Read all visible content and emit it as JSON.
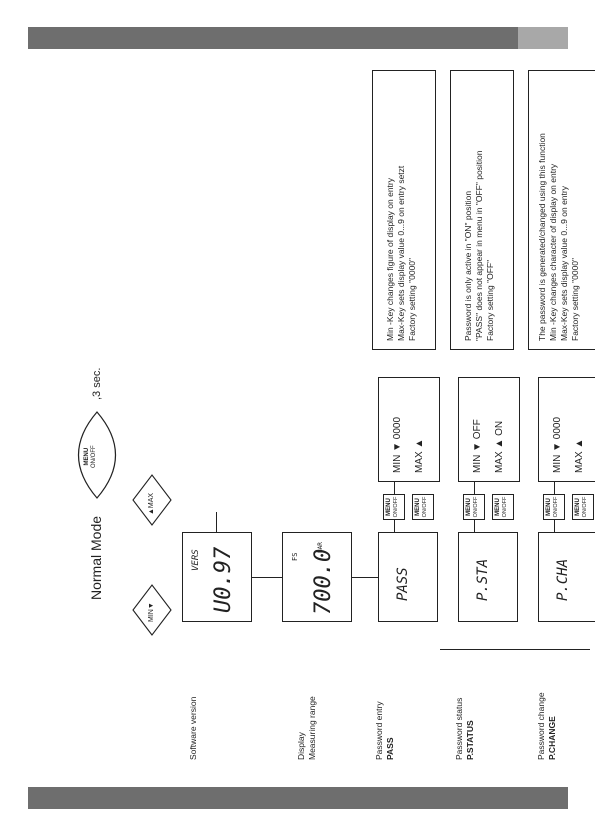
{
  "header_bar": "",
  "title": "Normal Mode",
  "menu_key": {
    "top": "MENU",
    "bottom": "ON/OFF"
  },
  "hold_time": ",3 sec.",
  "max_label": "▲MAX",
  "min_label": "MIN▼",
  "rows": [
    {
      "label1": "Software version",
      "label2": "",
      "display_small": "VERS",
      "display_big": "U0.97"
    },
    {
      "label1": "Display",
      "label2": "Measuring range",
      "display_small": "FS",
      "display_big": "700.0",
      "unit": "BAR"
    },
    {
      "label1": "Password entry",
      "label2": "PASS",
      "display_small": "",
      "display_big": "PASS",
      "min": "MIN ▼  0000",
      "max": "MAX ▲",
      "desc": [
        "Min -Key changes figure of display on entry",
        "Max-Key sets display value 0...9 on entry setzt",
        "Factory setting \"0000\""
      ]
    },
    {
      "label1": "Password status",
      "label2": "P.STATUS",
      "display_small": "",
      "display_big": "P.STA",
      "min": "MIN ▼  OFF",
      "max": "MAX ▲  ON",
      "desc": [
        "Password is only active in \"ON\" position",
        "\"PASS\" does not appear in menu in \"OFF\" position",
        "Factory setting \"OFF\""
      ]
    },
    {
      "label1": "Password change",
      "label2": "P.CHANGE",
      "display_small": "",
      "display_big": "P.CHA",
      "min": "MIN ▼  0000",
      "max": "MAX ▲",
      "desc": [
        "The password is generated/changed using this function",
        "Min -Key changes character of display on entry",
        "Max-Key sets display value 0...9 on entry",
        "Factory setting \"0000\""
      ]
    }
  ]
}
